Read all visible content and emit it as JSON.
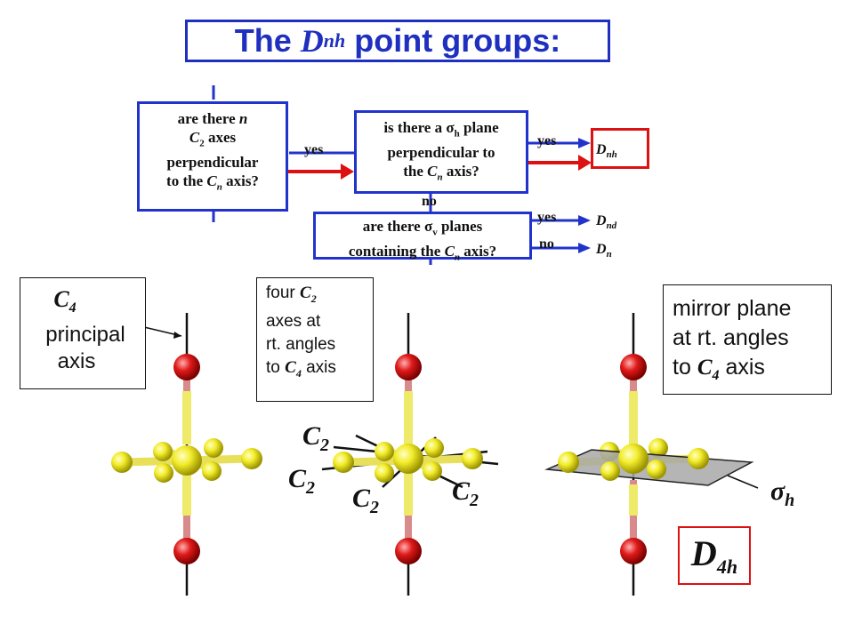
{
  "title": {
    "prefix": "The",
    "symbol": "D",
    "symbol_sub": "nh",
    "suffix": "point groups:"
  },
  "flowchart": {
    "q1": {
      "l1a": "are there",
      "l1b": "n",
      "l2a": "C",
      "l2b": "2",
      "l2c": "axes",
      "l3": "perpendicular",
      "l4a": "to the",
      "l4b": "C",
      "l4c": "n",
      "l4d": "axis?"
    },
    "q2": {
      "l1a": "is there a",
      "l1b": "σ",
      "l1c": "h",
      "l1d": "plane",
      "l2": "perpendicular to",
      "l3a": "the",
      "l3b": "C",
      "l3c": "n",
      "l3d": "axis?"
    },
    "q3": {
      "l1a": "are there",
      "l1b": "σ",
      "l1c": "v",
      "l1d": "planes",
      "l2a": "containing the",
      "l2b": "C",
      "l2c": "n",
      "l2d": "axis?"
    },
    "yes1": "yes",
    "yes2": "yes",
    "yes3": "yes",
    "no1": "no",
    "no2": "no",
    "out_dnh": {
      "main": "D",
      "sub": "nh"
    },
    "out_dnd": {
      "main": "D",
      "sub": "nd"
    },
    "out_dn": {
      "main": "D",
      "sub": "n"
    }
  },
  "callouts": {
    "principal": {
      "c": "C",
      "c_sub": "4",
      "l1": "principal",
      "l2": "axis"
    },
    "four_c2": {
      "l1a": "four",
      "l1b": "C",
      "l1c": "2",
      "l2": "axes at",
      "l3": "rt. angles",
      "l4a": "to",
      "l4b": "C",
      "l4c": "4",
      "l4d": "axis"
    },
    "mirror": {
      "l1": "mirror plane",
      "l2": "at rt. angles",
      "l3a": "to",
      "l3b": "C",
      "l3c": "4",
      "l3d": "axis"
    }
  },
  "labels": {
    "c2": {
      "main": "C",
      "sub": "2"
    },
    "sigma": {
      "main": "σ",
      "sub": "h"
    },
    "result": {
      "main": "D",
      "sub": "4h"
    }
  },
  "colors": {
    "blue": "#1f2fbf",
    "red": "#dd1111",
    "atom_yellow": "#f2ec2a",
    "atom_red": "#e01a1a"
  }
}
